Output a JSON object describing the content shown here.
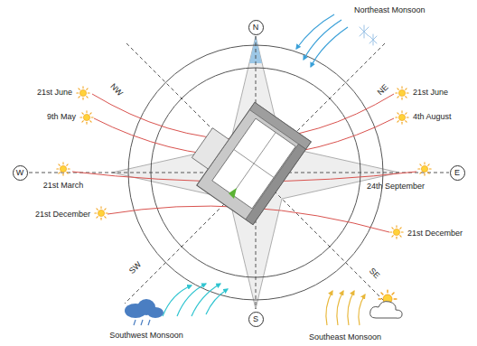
{
  "diagram": {
    "nodes": [
      {
        "text": [
          "N"
        ]
      },
      {
        "text": [
          "W"
        ]
      },
      {
        "text": [
          "E"
        ]
      },
      {
        "text": [
          "S"
        ]
      }
    ],
    "labels": [
      "Northeast Monsoon",
      "NW",
      "NE",
      "21st June",
      "9th May",
      "21st March",
      "21st December",
      "21st June",
      "4th August",
      "24th September",
      "21st December",
      "SW",
      "SE",
      "Southwest Monsoon",
      "Southeast Monsoon"
    ]
  }
}
